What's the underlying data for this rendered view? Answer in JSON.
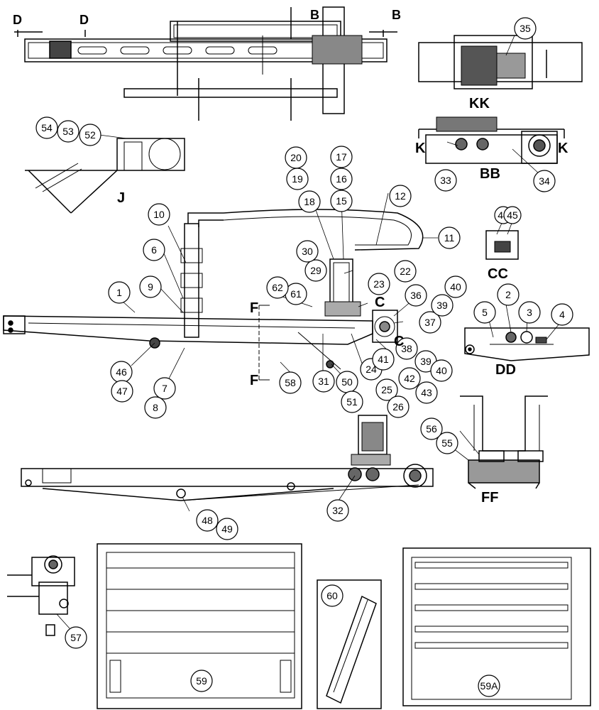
{
  "callouts": [
    "1",
    "2",
    "3",
    "4",
    "5",
    "6",
    "7",
    "8",
    "9",
    "10",
    "11",
    "12",
    "15",
    "16",
    "17",
    "18",
    "19",
    "20",
    "22",
    "23",
    "24",
    "25",
    "26",
    "29",
    "30",
    "31",
    "32",
    "33",
    "34",
    "35",
    "36",
    "37",
    "38",
    "39",
    "39b",
    "40",
    "40b",
    "41",
    "42",
    "43",
    "44",
    "45",
    "46",
    "47",
    "48",
    "49",
    "50",
    "51",
    "52",
    "53",
    "54",
    "55",
    "56",
    "57",
    "58",
    "59",
    "59A",
    "60",
    "61",
    "62"
  ],
  "labels": {
    "n1": "1",
    "n2": "2",
    "n3": "3",
    "n4": "4",
    "n5": "5",
    "n6": "6",
    "n7": "7",
    "n8": "8",
    "n9": "9",
    "n10": "10",
    "n11": "11",
    "n12": "12",
    "n15": "15",
    "n16": "16",
    "n17": "17",
    "n18": "18",
    "n19": "19",
    "n20": "20",
    "n22": "22",
    "n23": "23",
    "n24": "24",
    "n25": "25",
    "n26": "26",
    "n29": "29",
    "n30": "30",
    "n31": "31",
    "n32": "32",
    "n33": "33",
    "n34": "34",
    "n35": "35",
    "n36": "36",
    "n37": "37",
    "n38": "38",
    "n39": "39",
    "n39b": "39",
    "n40": "40",
    "n40b": "40",
    "n41": "41",
    "n42": "42",
    "n43": "43",
    "n44": "44",
    "n45": "45",
    "n46": "46",
    "n47": "47",
    "n48": "48",
    "n49": "49",
    "n50": "50",
    "n51": "51",
    "n52": "52",
    "n53": "53",
    "n54": "54",
    "n55": "55",
    "n56": "56",
    "n57": "57",
    "n58": "58",
    "n59": "59",
    "n59A": "59A",
    "n60": "60",
    "n61": "61",
    "n62": "62"
  },
  "sections": {
    "D1": "D",
    "D2": "D",
    "B1": "B",
    "B2": "B",
    "KK": "KK",
    "K1": "K",
    "K2": "K",
    "BB": "BB",
    "J": "J",
    "CC": "CC",
    "DD": "DD",
    "FF": "FF",
    "F1": "F",
    "F2": "F",
    "C1": "C",
    "C2": "C"
  }
}
